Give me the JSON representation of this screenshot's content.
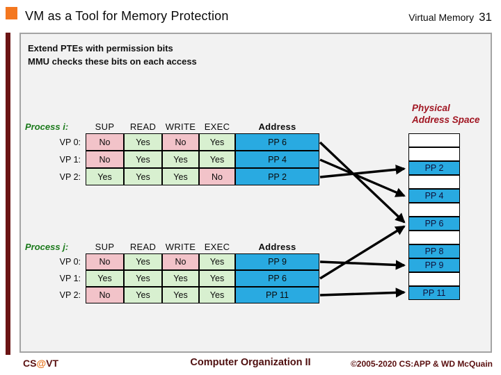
{
  "slide": {
    "title": "VM as a Tool for Memory Protection",
    "header_right": {
      "label": "Virtual Memory",
      "page": "31"
    },
    "bullets": {
      "line1": "Extend PTEs with permission bits",
      "line2": "MMU checks these bits on each access"
    }
  },
  "tables": [
    {
      "label": "Process i:",
      "columns": [
        "SUP",
        "READ",
        "WRITE",
        "EXEC",
        "Address"
      ],
      "rows": [
        {
          "label": "VP 0:",
          "cells": [
            {
              "v": "No",
              "s": "no"
            },
            {
              "v": "Yes",
              "s": "yes"
            },
            {
              "v": "No",
              "s": "no"
            },
            {
              "v": "Yes",
              "s": "yes"
            },
            {
              "v": "PP 6",
              "s": "addr"
            }
          ]
        },
        {
          "label": "VP 1:",
          "cells": [
            {
              "v": "No",
              "s": "no"
            },
            {
              "v": "Yes",
              "s": "yes"
            },
            {
              "v": "Yes",
              "s": "yes"
            },
            {
              "v": "Yes",
              "s": "yes"
            },
            {
              "v": "PP 4",
              "s": "addr"
            }
          ]
        },
        {
          "label": "VP 2:",
          "cells": [
            {
              "v": "Yes",
              "s": "yes"
            },
            {
              "v": "Yes",
              "s": "yes"
            },
            {
              "v": "Yes",
              "s": "yes"
            },
            {
              "v": "No",
              "s": "no"
            },
            {
              "v": "PP 2",
              "s": "addr"
            }
          ]
        }
      ]
    },
    {
      "label": "Process j:",
      "columns": [
        "SUP",
        "READ",
        "WRITE",
        "EXEC",
        "Address"
      ],
      "rows": [
        {
          "label": "VP 0:",
          "cells": [
            {
              "v": "No",
              "s": "no"
            },
            {
              "v": "Yes",
              "s": "yes"
            },
            {
              "v": "No",
              "s": "no"
            },
            {
              "v": "Yes",
              "s": "yes"
            },
            {
              "v": "PP 9",
              "s": "addr"
            }
          ]
        },
        {
          "label": "VP 1:",
          "cells": [
            {
              "v": "Yes",
              "s": "yes"
            },
            {
              "v": "Yes",
              "s": "yes"
            },
            {
              "v": "Yes",
              "s": "yes"
            },
            {
              "v": "Yes",
              "s": "yes"
            },
            {
              "v": "PP 6",
              "s": "addr"
            }
          ]
        },
        {
          "label": "VP 2:",
          "cells": [
            {
              "v": "No",
              "s": "no"
            },
            {
              "v": "Yes",
              "s": "yes"
            },
            {
              "v": "Yes",
              "s": "yes"
            },
            {
              "v": "Yes",
              "s": "yes"
            },
            {
              "v": "PP 11",
              "s": "addr"
            }
          ]
        }
      ]
    }
  ],
  "physical": {
    "title_line1": "Physical",
    "title_line2": "Address Space",
    "cells": [
      {
        "label": "",
        "s": "empty"
      },
      {
        "label": "",
        "s": "empty"
      },
      {
        "label": "PP 2",
        "s": "pp"
      },
      {
        "label": "",
        "s": "empty"
      },
      {
        "label": "PP 4",
        "s": "pp"
      },
      {
        "label": "",
        "s": "empty"
      },
      {
        "label": "PP 6",
        "s": "pp"
      },
      {
        "label": "",
        "s": "empty"
      },
      {
        "label": "PP 8",
        "s": "pp"
      },
      {
        "label": "PP 9",
        "s": "pp"
      },
      {
        "label": "",
        "s": "empty"
      },
      {
        "label": "PP 11",
        "s": "pp"
      }
    ]
  },
  "mappings": [
    {
      "from": "Process i VP 0",
      "to": "PP 6"
    },
    {
      "from": "Process i VP 1",
      "to": "PP 4"
    },
    {
      "from": "Process i VP 2",
      "to": "PP 2"
    },
    {
      "from": "Process j VP 0",
      "to": "PP 9"
    },
    {
      "from": "Process j VP 1",
      "to": "PP 6"
    },
    {
      "from": "Process j VP 2",
      "to": "PP 11"
    }
  ],
  "footer": {
    "left_cs": "CS",
    "left_at": "@",
    "left_vt": "VT",
    "center": "Computer Organization II",
    "right": "©2005-2020 CS:APP & WD McQuain"
  },
  "colors": {
    "accent_orange": "#F4771F",
    "sidebar_maroon": "#6B1414",
    "footer_maroon": "#5A1010",
    "process_label_green": "#1B7A1B",
    "physical_title_red": "#A11622",
    "cell_no_pink": "#F2C3C9",
    "cell_yes_green": "#D8F0D0",
    "cell_addr_blue": "#29AAE1",
    "content_box_gray": "#F2F2F2"
  }
}
